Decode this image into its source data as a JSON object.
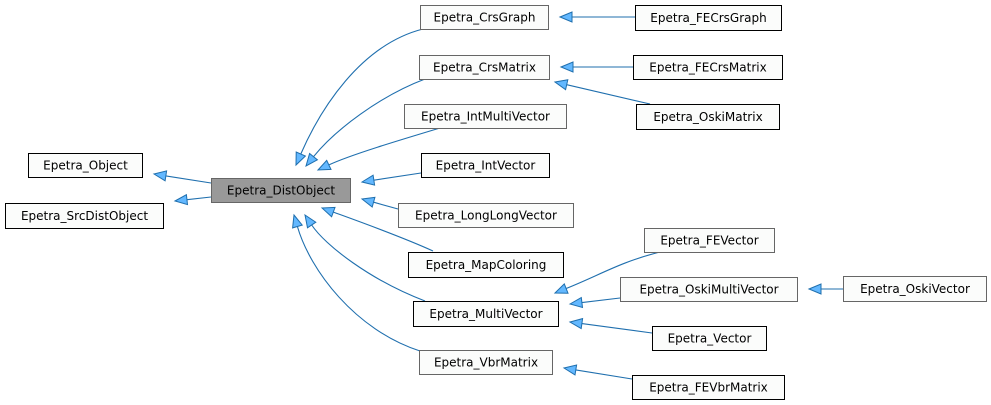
{
  "diagram": {
    "type": "class-inheritance-graph",
    "colors": {
      "node_fill": "#fbfcfb",
      "focus_node_fill": "#999999",
      "node_border_gray": "#666666",
      "node_border_dark": "#000000",
      "edge_stroke": "#1f6fae",
      "arrowhead_fill": "#63b8ff"
    },
    "nodes": [
      {
        "id": "object",
        "label": "Epetra_Object",
        "style": "dark"
      },
      {
        "id": "srcdistobject",
        "label": "Epetra_SrcDistObject",
        "style": "dark"
      },
      {
        "id": "distobject",
        "label": "Epetra_DistObject",
        "style": "focus"
      },
      {
        "id": "crsgraph",
        "label": "Epetra_CrsGraph",
        "style": "gray"
      },
      {
        "id": "crsmatrix",
        "label": "Epetra_CrsMatrix",
        "style": "gray"
      },
      {
        "id": "intmultivector",
        "label": "Epetra_IntMultiVector",
        "style": "gray"
      },
      {
        "id": "intvector",
        "label": "Epetra_IntVector",
        "style": "dark"
      },
      {
        "id": "longlongvector",
        "label": "Epetra_LongLongVector",
        "style": "gray"
      },
      {
        "id": "mapcoloring",
        "label": "Epetra_MapColoring",
        "style": "dark"
      },
      {
        "id": "multivector",
        "label": "Epetra_MultiVector",
        "style": "dark"
      },
      {
        "id": "vbrmatrix",
        "label": "Epetra_VbrMatrix",
        "style": "gray"
      },
      {
        "id": "fecrsgraph",
        "label": "Epetra_FECrsGraph",
        "style": "dark"
      },
      {
        "id": "fecrsmatrix",
        "label": "Epetra_FECrsMatrix",
        "style": "dark"
      },
      {
        "id": "oskimatrix",
        "label": "Epetra_OskiMatrix",
        "style": "dark"
      },
      {
        "id": "fevector",
        "label": "Epetra_FEVector",
        "style": "gray"
      },
      {
        "id": "oskimultivector",
        "label": "Epetra_OskiMultiVector",
        "style": "gray"
      },
      {
        "id": "vector",
        "label": "Epetra_Vector",
        "style": "dark"
      },
      {
        "id": "fevbrmatrix",
        "label": "Epetra_FEVbrMatrix",
        "style": "dark"
      },
      {
        "id": "oskivector",
        "label": "Epetra_OskiVector",
        "style": "gray"
      }
    ],
    "edges": [
      {
        "from": "distobject",
        "to": "object"
      },
      {
        "from": "distobject",
        "to": "srcdistobject"
      },
      {
        "from": "crsgraph",
        "to": "distobject"
      },
      {
        "from": "crsmatrix",
        "to": "distobject"
      },
      {
        "from": "intmultivector",
        "to": "distobject"
      },
      {
        "from": "intvector",
        "to": "distobject"
      },
      {
        "from": "longlongvector",
        "to": "distobject"
      },
      {
        "from": "mapcoloring",
        "to": "distobject"
      },
      {
        "from": "multivector",
        "to": "distobject"
      },
      {
        "from": "vbrmatrix",
        "to": "distobject"
      },
      {
        "from": "fecrsgraph",
        "to": "crsgraph"
      },
      {
        "from": "fecrsmatrix",
        "to": "crsmatrix"
      },
      {
        "from": "oskimatrix",
        "to": "crsmatrix"
      },
      {
        "from": "fevector",
        "to": "multivector"
      },
      {
        "from": "oskimultivector",
        "to": "multivector"
      },
      {
        "from": "vector",
        "to": "multivector"
      },
      {
        "from": "fevbrmatrix",
        "to": "vbrmatrix"
      },
      {
        "from": "oskivector",
        "to": "oskimultivector"
      }
    ]
  }
}
